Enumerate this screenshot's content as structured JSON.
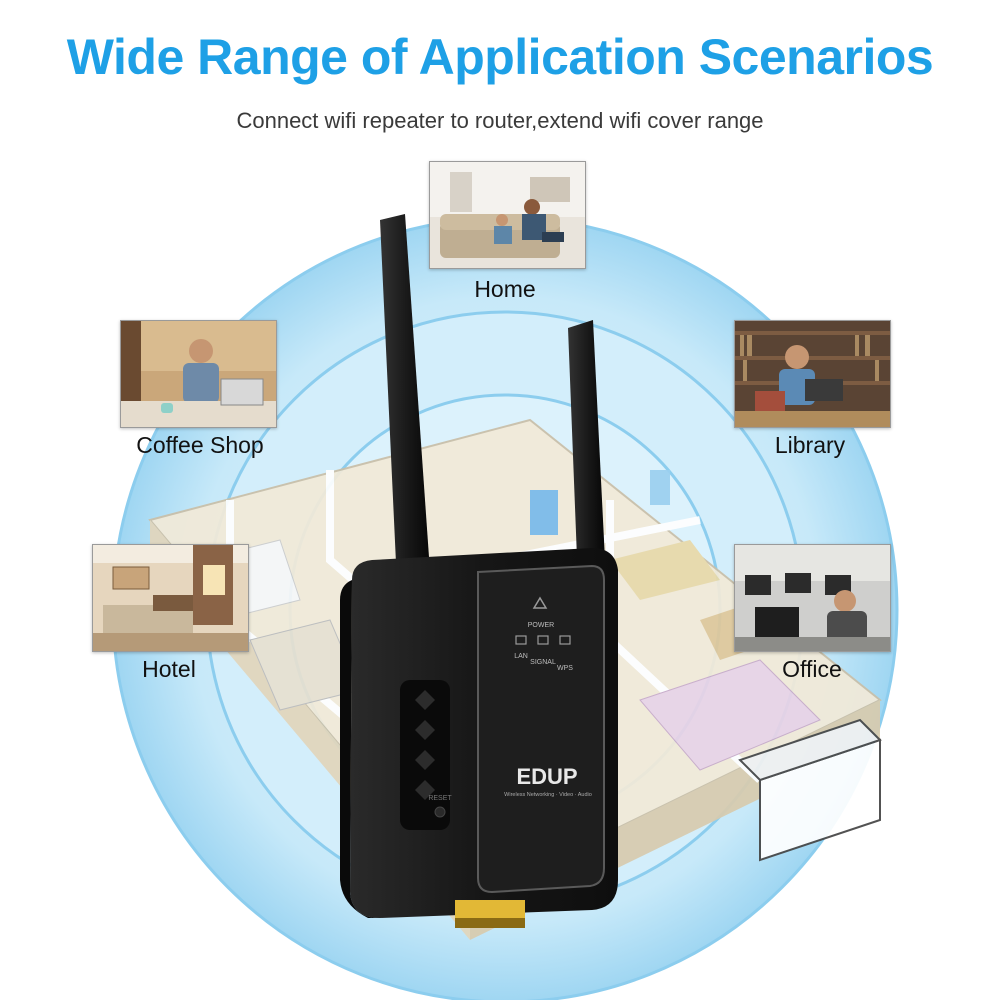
{
  "header": {
    "title": "Wide Range of Application Scenarios",
    "subtitle": "Connect wifi repeater to router,extend wifi cover range"
  },
  "scenarios": {
    "home": {
      "label": "Home"
    },
    "coffee_shop": {
      "label": "Coffee Shop"
    },
    "library": {
      "label": "Library"
    },
    "hotel": {
      "label": "Hotel"
    },
    "office": {
      "label": "Office"
    }
  },
  "device": {
    "brand": "EDUP",
    "tagline": "Wireless Networking · Video · Audio",
    "indicators": {
      "power": "POWER",
      "lan": "LAN",
      "signal": "SIGNAL",
      "wps": "WPS"
    },
    "reset": "RESET"
  },
  "colors": {
    "title": "#1ea0e6",
    "coverage_ring": "#bfe6f8",
    "device_body": "#1b1b1b"
  }
}
